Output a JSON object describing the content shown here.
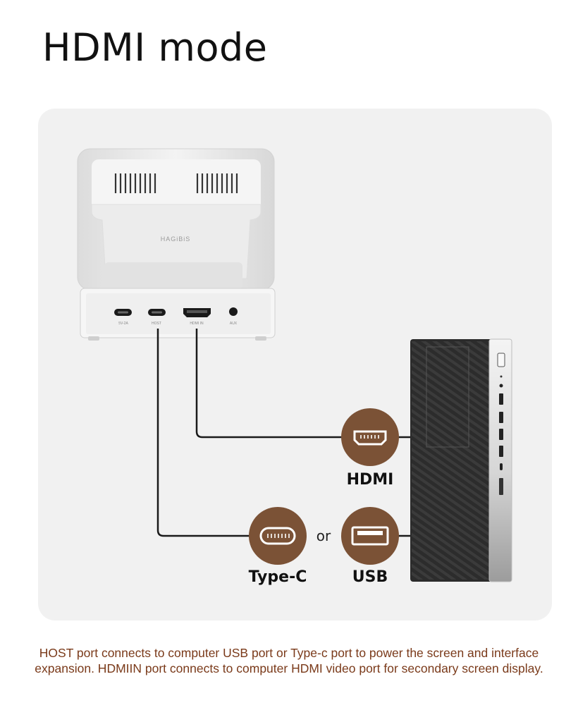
{
  "title": "HDMI mode",
  "device": {
    "brand": "HAGiBiS",
    "ports": [
      {
        "name": "power",
        "label": "5V-2A",
        "icon": "usb-c-port-icon"
      },
      {
        "name": "host",
        "label": "HOST",
        "icon": "usb-c-port-icon"
      },
      {
        "name": "hdmi-in",
        "label": "HDMI IN",
        "icon": "hdmi-port-icon"
      },
      {
        "name": "aux",
        "label": "AUX",
        "icon": "audio-jack-icon"
      }
    ]
  },
  "connectors": {
    "hdmi": {
      "label": "HDMI",
      "icon": "hdmi-port-icon"
    },
    "typec": {
      "label": "Type-C",
      "icon": "usb-c-port-icon"
    },
    "usb": {
      "label": "USB",
      "icon": "usb-a-port-icon"
    },
    "or_text": "or"
  },
  "caption": "HOST port connects to computer USB port or Type-c port to power the screen and interface expansion. HDMIIN port connects to computer HDMI video port for secondary screen display.",
  "colors": {
    "accent_brown": "#7b5236",
    "caption_text": "#7a3a1a",
    "panel_bg": "#f1f1f1",
    "tower_dark": "#2b2b2b"
  }
}
